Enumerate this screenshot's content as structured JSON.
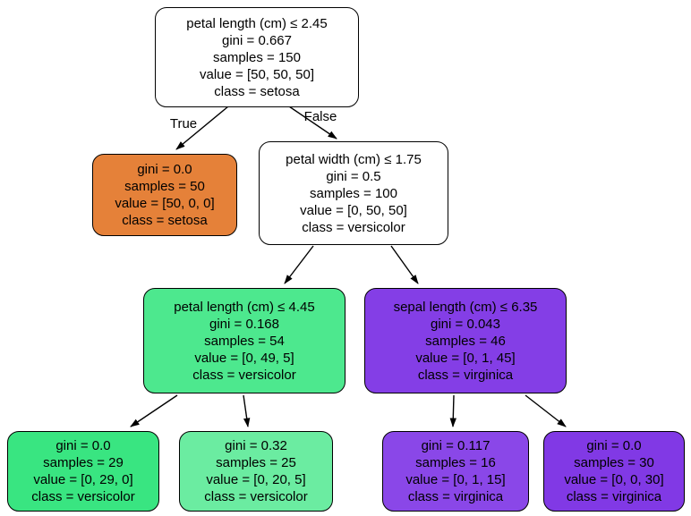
{
  "diagram": {
    "kind": "decision-tree",
    "edge_labels": {
      "true": "True",
      "false": "False"
    },
    "class_colors": {
      "setosa": "#e58139",
      "versicolor": "#39e581",
      "virginica": "#8139e5",
      "impure": "#ffffff"
    }
  },
  "nodes": {
    "root": {
      "fill": "#ffffff",
      "lines": [
        "petal length (cm) ≤ 2.45",
        "gini = 0.667",
        "samples = 150",
        "value = [50, 50, 50]",
        "class = setosa"
      ]
    },
    "setosa_leaf": {
      "fill": "#e58139",
      "lines": [
        "gini = 0.0",
        "samples = 50",
        "value = [50, 0, 0]",
        "class = setosa"
      ]
    },
    "petal_width_split": {
      "fill": "#ffffff",
      "lines": [
        "petal width (cm) ≤ 1.75",
        "gini = 0.5",
        "samples = 100",
        "value = [0, 50, 50]",
        "class = versicolor"
      ]
    },
    "versicolor_split": {
      "fill": "#4de88e",
      "lines": [
        "petal length (cm) ≤ 4.45",
        "gini = 0.168",
        "samples = 54",
        "value = [0, 49, 5]",
        "class = versicolor"
      ]
    },
    "virginica_split": {
      "fill": "#843ee6",
      "lines": [
        "sepal length (cm) ≤ 6.35",
        "gini = 0.043",
        "samples = 46",
        "value = [0, 1, 45]",
        "class = virginica"
      ]
    },
    "versicolor_leaf_pure": {
      "fill": "#39e581",
      "lines": [
        "gini = 0.0",
        "samples = 29",
        "value = [0, 29, 0]",
        "class = versicolor"
      ]
    },
    "versicolor_leaf_mixed": {
      "fill": "#6beca1",
      "lines": [
        "gini = 0.32",
        "samples = 25",
        "value = [0, 20, 5]",
        "class = versicolor"
      ]
    },
    "virginica_leaf_mixed": {
      "fill": "#8a47e8",
      "lines": [
        "gini = 0.117",
        "samples = 16",
        "value = [0, 1, 15]",
        "class = virginica"
      ]
    },
    "virginica_leaf_pure": {
      "fill": "#8139e5",
      "lines": [
        "gini = 0.0",
        "samples = 30",
        "value = [0, 0, 30]",
        "class = virginica"
      ]
    }
  }
}
